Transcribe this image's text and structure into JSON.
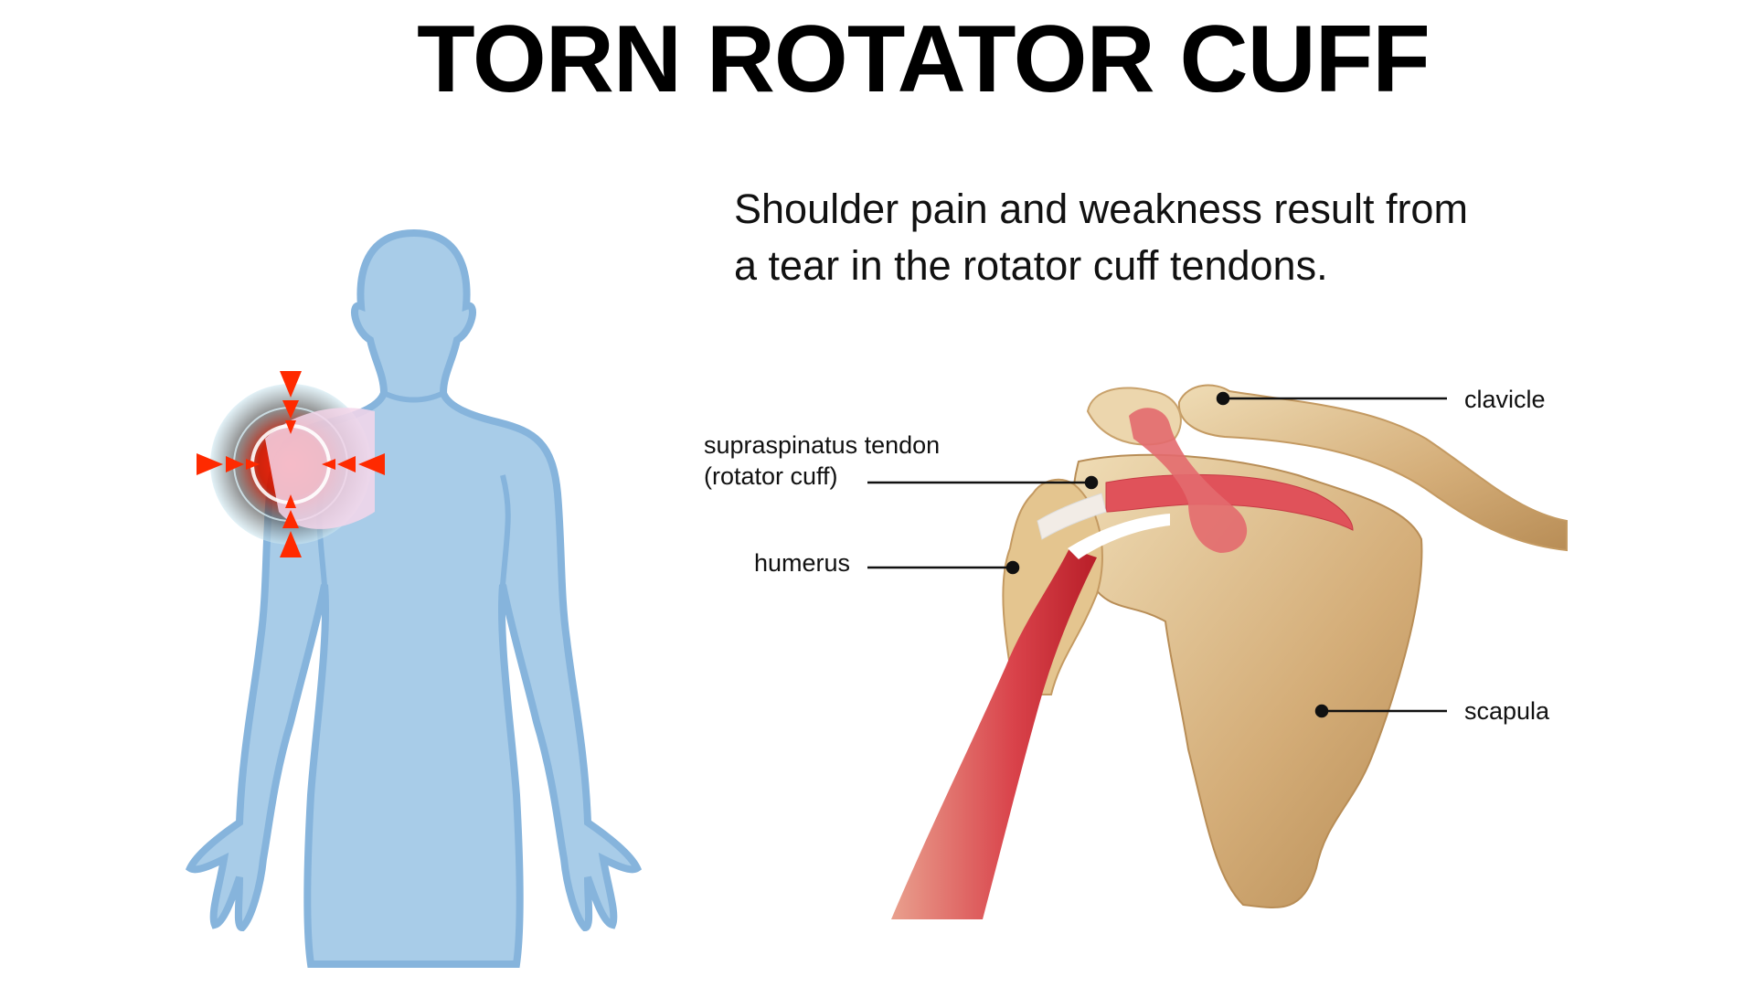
{
  "title": "TORN ROTATOR CUFF",
  "subtitle": {
    "line1": "Shoulder pain and weakness result from",
    "line2": "a tear in the rotator cuff tendons."
  },
  "labels": {
    "clavicle": "clavicle",
    "supraspinatus_line1": "supraspinatus tendon",
    "supraspinatus_line2": "(rotator cuff)",
    "humerus": "humerus",
    "scapula": "scapula"
  },
  "colors": {
    "body": "#a8cce8",
    "body_outline": "#86b4dc",
    "pain": "#ff2a00",
    "bone": "#d8b07a",
    "muscle": "#d9424a"
  }
}
